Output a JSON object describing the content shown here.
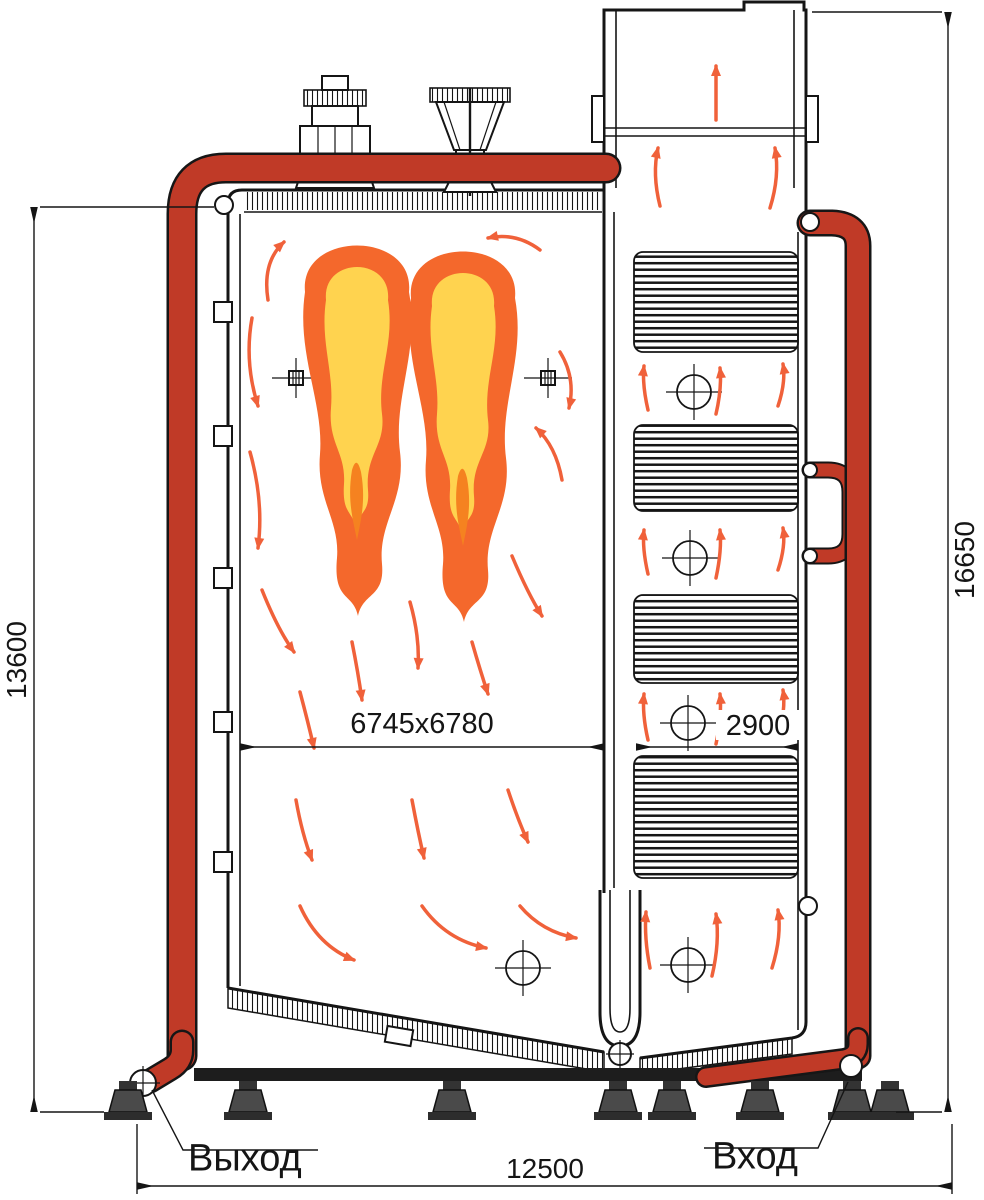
{
  "drawing": {
    "dimensions": {
      "overall_height_left": "13600",
      "overall_height_right": "16650",
      "furnace_size": "6745x6780",
      "convective_width": "2900",
      "overall_width": "12500"
    },
    "labels": {
      "outlet": "Выход",
      "inlet": "Вход"
    }
  },
  "colors": {
    "ink": "#151515",
    "pipe": "#c03a27",
    "flame-outer": "#f4682c",
    "flame-inner": "#ffd34f",
    "flame-core": "#f58220",
    "arrow": "#f0613a",
    "foot": "#4a4a4a"
  }
}
